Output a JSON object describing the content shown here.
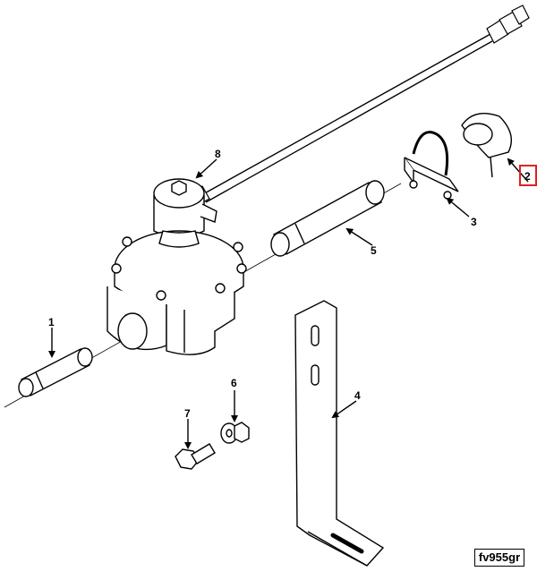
{
  "callouts": {
    "c1": "1",
    "c2": "2",
    "c3": "3",
    "c4": "4",
    "c5": "5",
    "c6": "6",
    "c7": "7",
    "c8": "8"
  },
  "figure_id": "fv955gr",
  "colors": {
    "line": "#000000",
    "highlight": "#e02020"
  }
}
